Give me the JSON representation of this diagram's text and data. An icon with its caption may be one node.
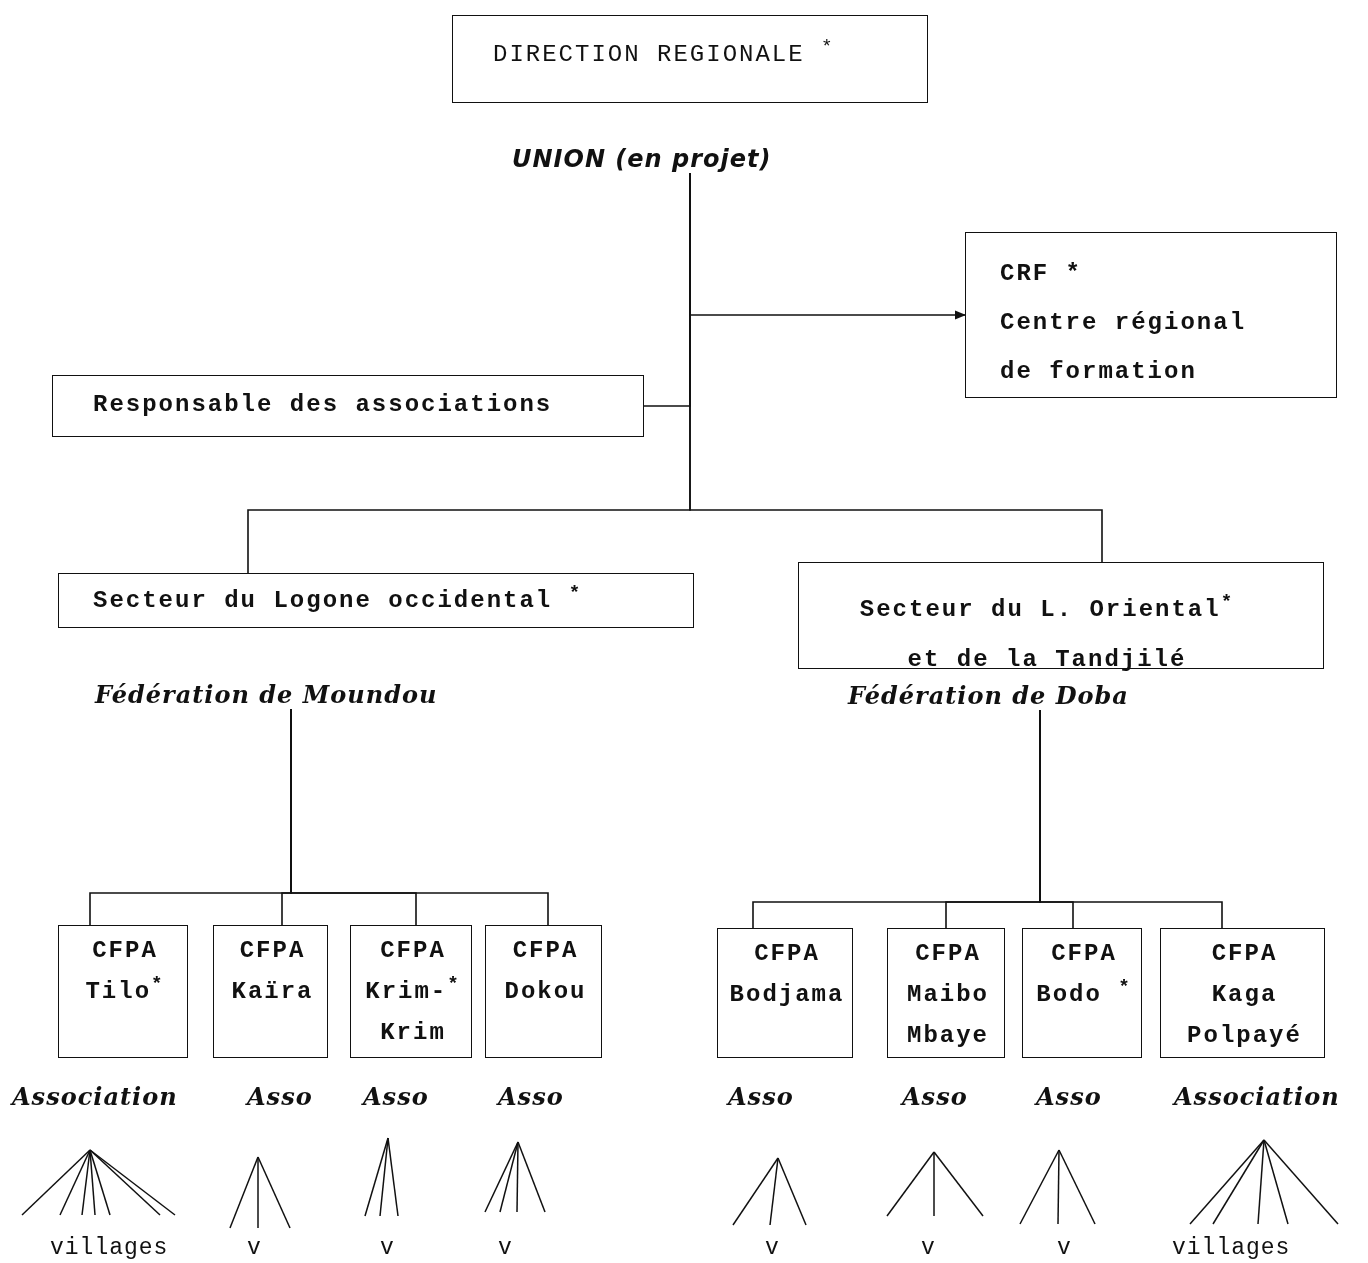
{
  "diagram": {
    "nodes": [
      {
        "text": [
          "DIRECTION REGIONALE $^{*}$",
          "UNION (en projet)"
        ]
      },
      {
        "text": [
          "CRF *",
          "Centre régional de formation"
        ]
      },
      {
        "text": [
          "Responsable des associations"
        ]
      },
      {
        "text": [
          "Secteur du Logone occidental $^{*}$",
          "Fédération de Moundou"
        ]
      },
      {
        "text": [
          "Secteur du L. Oriental$^{*}$ et de la Tandjilé",
          "Fédération de Doba"
        ]
      },
      {
        "text": [
          "CFPA",
          "Tilo$^{*}$",
          "Association"
        ]
      },
      {
        "text": [
          "CFPA",
          "Kaïra",
          "Asso"
        ]
      },
      {
        "text": [
          "CFPA",
          "Krim-$^{*}$ Krim",
          "Asso"
        ]
      },
      {
        "text": [
          "CFPA",
          "Dokou",
          "Asso"
        ]
      },
      {
        "text": [
          "CFPA",
          "Bodjama",
          "Asso"
        ]
      },
      {
        "text": [
          "CFPA",
          "Maibo Mbaye",
          "Asso"
        ]
      },
      {
        "text": [
          "CFPA",
          "Bodo $^{*}$",
          "Asso"
        ]
      },
      {
        "text": [
          "CFPA",
          "Kaga Polpayé",
          "Association"
        ]
      }
    ],
    "edges": [
      {
        "from": 0,
        "to": 1,
        "arrow": "to"
      },
      {
        "from": 0,
        "to": 2,
        "arrow": "none"
      },
      {
        "from": 0,
        "to": 3,
        "arrow": "none"
      },
      {
        "from": 0,
        "to": 4,
        "arrow": "none"
      },
      {
        "from": 3,
        "to": 5,
        "arrow": "none"
      },
      {
        "from": 3,
        "to": 6,
        "arrow": "none"
      },
      {
        "from": 3,
        "to": 7,
        "arrow": "none"
      },
      {
        "from": 3,
        "to": 8,
        "arrow": "none"
      },
      {
        "from": 4,
        "to": 9,
        "arrow": "none"
      },
      {
        "from": 4,
        "to": 10,
        "arrow": "none"
      },
      {
        "from": 4,
        "to": 11,
        "arrow": "none"
      },
      {
        "from": 4,
        "to": 12,
        "arrow": "none"
      }
    ],
    "labels": [
      "villages",
      "v",
      "v",
      "v",
      "v",
      "v",
      "v",
      "villages"
    ]
  }
}
